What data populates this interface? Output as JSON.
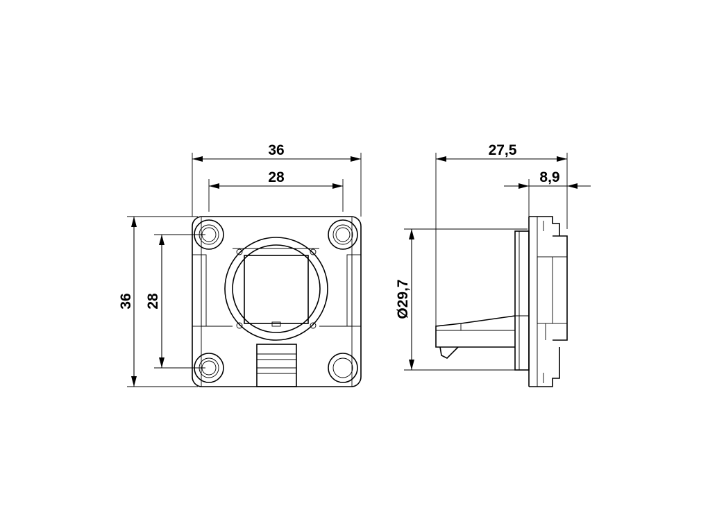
{
  "front_view": {
    "dim_width_outer": "36",
    "dim_width_inner": "28",
    "dim_height_outer": "36",
    "dim_height_inner": "28"
  },
  "side_view": {
    "dim_depth_total": "27,5",
    "dim_flange": "8,9",
    "dim_diameter": "Ø29,7"
  }
}
